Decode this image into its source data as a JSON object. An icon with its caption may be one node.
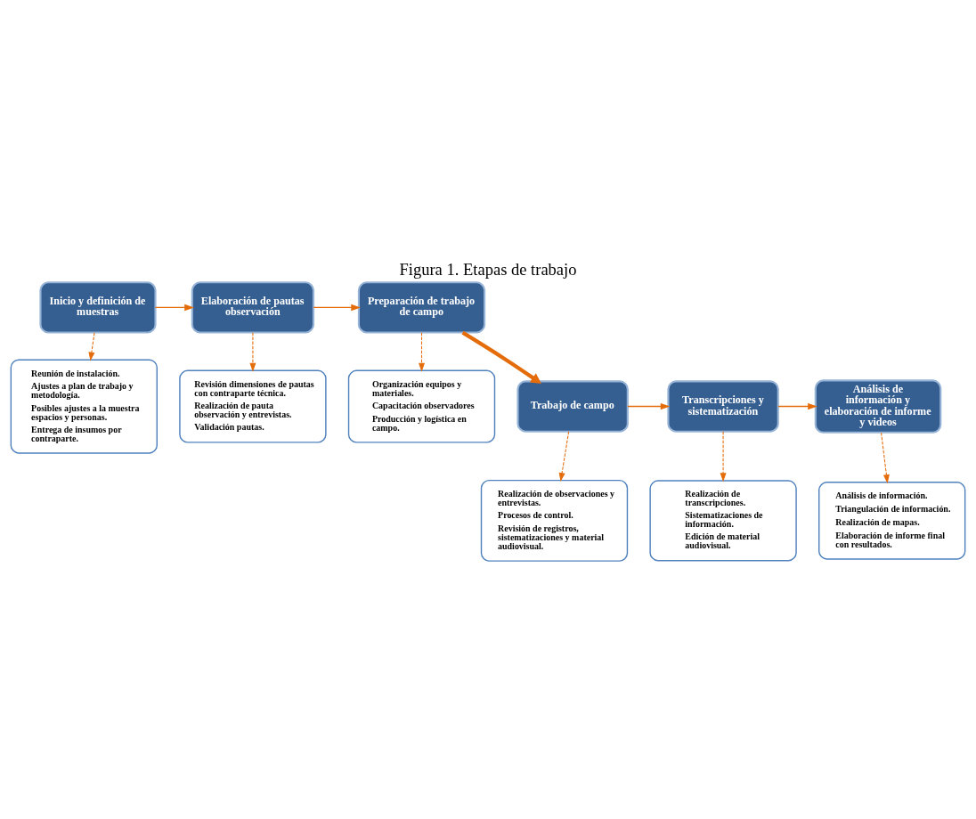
{
  "diagram": {
    "title": "Figura 1. Etapas de trabajo",
    "nodes": [
      {
        "text": [
          "Inicio y definición de muestras"
        ]
      },
      {
        "text": [
          "Elaboración de pautas observación"
        ]
      },
      {
        "text": [
          "Preparación de trabajo de campo"
        ]
      },
      {
        "text": [
          "Reunión de instalación.",
          "Ajustes a plan de trabajo y metodología.",
          "Posibles ajustes a la muestra espacios y personas.",
          "Entrega de insumos por contraparte."
        ]
      },
      {
        "text": [
          "Revisión dimensiones de pautas con contraparte técnica.",
          "Realización de pauta observación y entrevistas.",
          "Validación pautas."
        ]
      },
      {
        "text": [
          "Organización equipos y materiales.",
          "Capacitación observadores",
          "Producción y logística en campo."
        ]
      },
      {
        "text": [
          "Trabajo de campo"
        ]
      },
      {
        "text": [
          "Transcripciones y sistematización"
        ]
      },
      {
        "text": [
          "Análisis de información y elaboración de informe y videos"
        ]
      },
      {
        "text": [
          "Realización de observaciones y entrevistas.",
          "Procesos de control.",
          "Revisión de registros, sistematizaciones y material audiovisual."
        ]
      },
      {
        "text": [
          "Realización de transcripciones.",
          "Sistematizaciones de información.",
          "Edición de material audiovisual."
        ]
      },
      {
        "text": [
          "Análisis de información.",
          "Triangulación de información.",
          "Realización de mapas.",
          "Elaboración de informe final con resultados."
        ]
      }
    ],
    "edges": [
      {
        "from": 0,
        "to": 1,
        "arrow": "to"
      },
      {
        "from": 1,
        "to": 2,
        "arrow": "to"
      },
      {
        "from": 0,
        "to": 3,
        "arrow": "to",
        "style": "dashed"
      },
      {
        "from": 1,
        "to": 4,
        "arrow": "to",
        "style": "dashed"
      },
      {
        "from": 2,
        "to": 5,
        "arrow": "to",
        "style": "dashed"
      },
      {
        "from": 2,
        "to": 6,
        "arrow": "to",
        "style": "thick"
      },
      {
        "from": 6,
        "to": 7,
        "arrow": "to"
      },
      {
        "from": 7,
        "to": 8,
        "arrow": "to"
      },
      {
        "from": 6,
        "to": 9,
        "arrow": "to",
        "style": "dashed"
      },
      {
        "from": 7,
        "to": 10,
        "arrow": "to",
        "style": "dashed"
      },
      {
        "from": 8,
        "to": 11,
        "arrow": "to",
        "style": "dashed"
      }
    ]
  }
}
